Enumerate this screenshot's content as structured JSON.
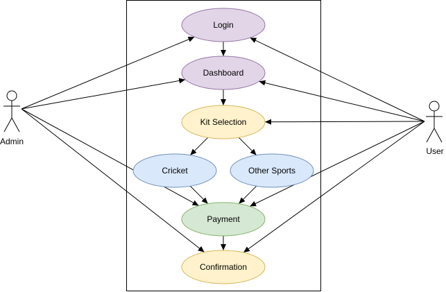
{
  "actors": {
    "admin": {
      "label": "Admin"
    },
    "user": {
      "label": "User"
    }
  },
  "use_cases": {
    "login": {
      "label": "Login",
      "fill": "#e1d5e7",
      "stroke": "#9673a6"
    },
    "dashboard": {
      "label": "Dashboard",
      "fill": "#e1d5e7",
      "stroke": "#9673a6"
    },
    "kit_selection": {
      "label": "Kit Selection",
      "fill": "#fff2cc",
      "stroke": "#d6b656"
    },
    "cricket": {
      "label": "Cricket",
      "fill": "#dae8fc",
      "stroke": "#6c8ebf"
    },
    "other_sports": {
      "label": "Other Sports",
      "fill": "#dae8fc",
      "stroke": "#6c8ebf"
    },
    "payment": {
      "label": "Payment",
      "fill": "#d5e8d4",
      "stroke": "#82b366"
    },
    "confirmation": {
      "label": "Confirmation",
      "fill": "#fff2cc",
      "stroke": "#d6b656"
    }
  },
  "relations": [
    {
      "from": "admin",
      "to": "login"
    },
    {
      "from": "admin",
      "to": "dashboard"
    },
    {
      "from": "admin",
      "to": "payment"
    },
    {
      "from": "admin",
      "to": "confirmation"
    },
    {
      "from": "user",
      "to": "login"
    },
    {
      "from": "user",
      "to": "dashboard"
    },
    {
      "from": "user",
      "to": "kit_selection"
    },
    {
      "from": "user",
      "to": "payment"
    },
    {
      "from": "user",
      "to": "confirmation"
    },
    {
      "from": "login",
      "to": "dashboard"
    },
    {
      "from": "dashboard",
      "to": "kit_selection"
    },
    {
      "from": "kit_selection",
      "to": "cricket"
    },
    {
      "from": "kit_selection",
      "to": "other_sports"
    },
    {
      "from": "cricket",
      "to": "payment"
    },
    {
      "from": "other_sports",
      "to": "payment"
    },
    {
      "from": "payment",
      "to": "confirmation"
    }
  ]
}
